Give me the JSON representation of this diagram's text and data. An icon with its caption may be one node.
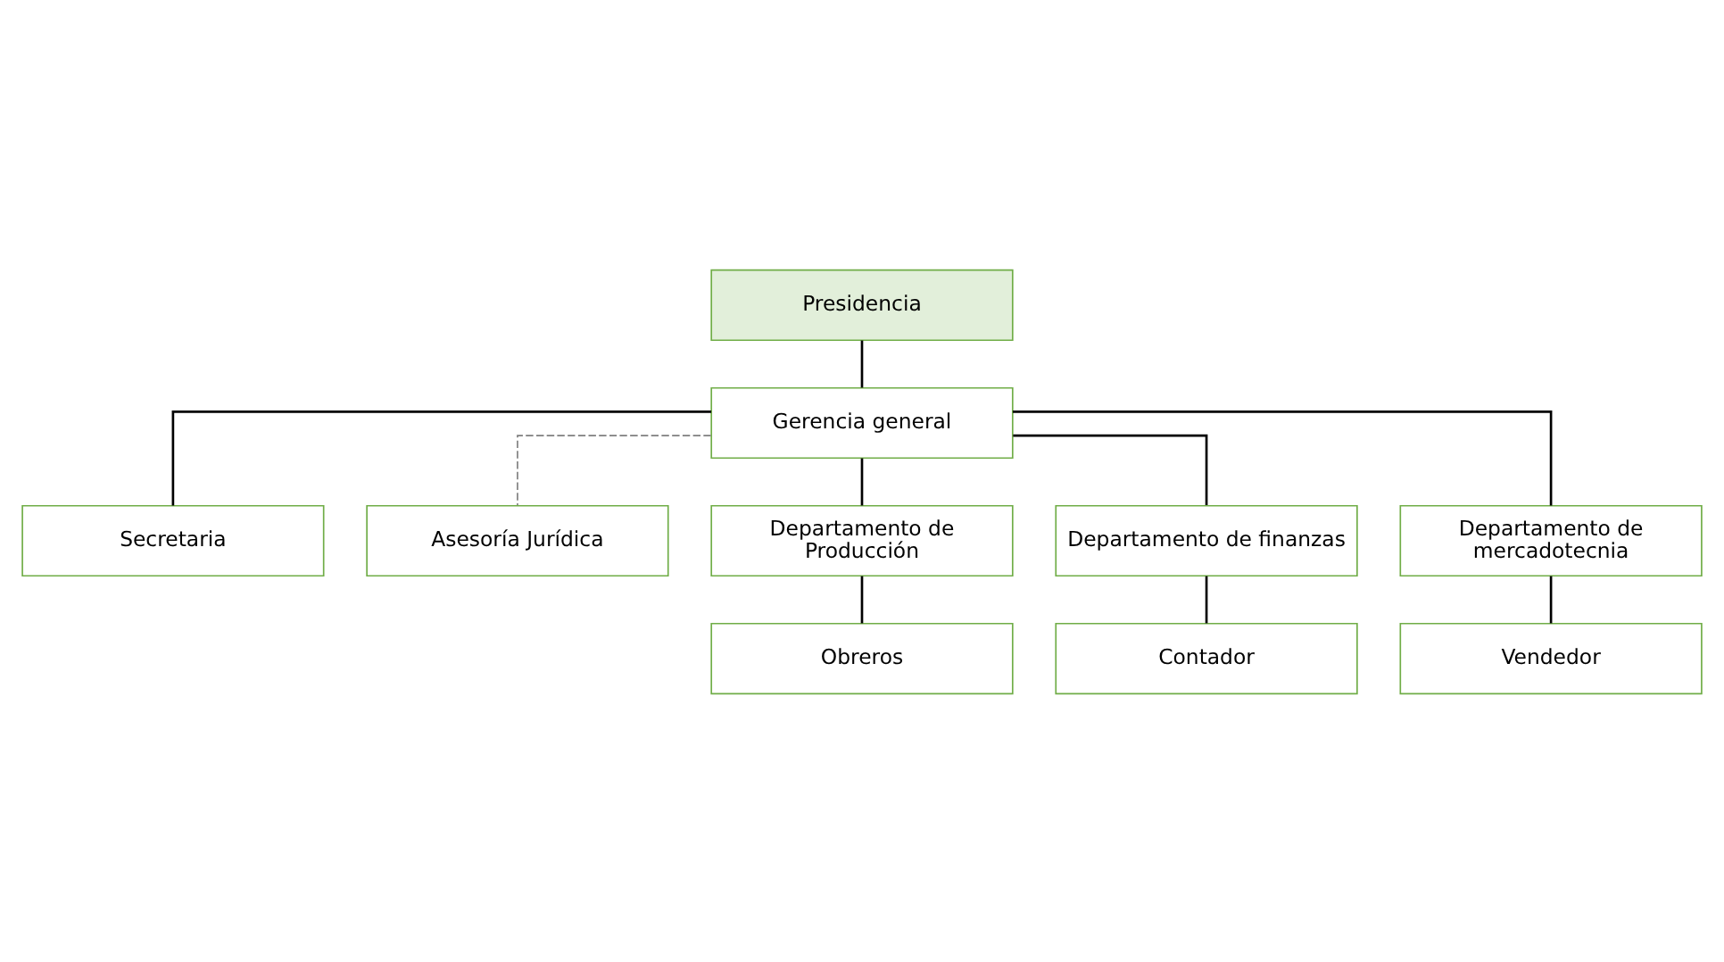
{
  "diagram": {
    "nodes": [
      {
        "text": [
          "Presidencia"
        ]
      },
      {
        "text": [
          "Gerencia general"
        ]
      },
      {
        "text": [
          "Secretaria"
        ]
      },
      {
        "text": [
          "Asesoría Jurídica"
        ]
      },
      {
        "text": [
          "Departamento de Producción"
        ]
      },
      {
        "text": [
          "Departamento de finanzas"
        ]
      },
      {
        "text": [
          "Departamento de mercadotecnia"
        ]
      },
      {
        "text": [
          "Obreros"
        ]
      },
      {
        "text": [
          "Contador"
        ]
      },
      {
        "text": [
          "Vendedor"
        ]
      }
    ],
    "edges": [
      {
        "from": 0,
        "to": 1,
        "arrow": "none"
      },
      {
        "from": 1,
        "to": 2,
        "arrow": "none"
      },
      {
        "from": 1,
        "to": 3,
        "arrow": "none",
        "style": "dashed",
        "color": "#7f7f7f"
      },
      {
        "from": 1,
        "to": 4,
        "arrow": "none"
      },
      {
        "from": 1,
        "to": 5,
        "arrow": "none"
      },
      {
        "from": 1,
        "to": 6,
        "arrow": "none"
      },
      {
        "from": 4,
        "to": 7,
        "arrow": "none"
      },
      {
        "from": 5,
        "to": 8,
        "arrow": "none"
      },
      {
        "from": 6,
        "to": 9,
        "arrow": "none"
      }
    ]
  }
}
